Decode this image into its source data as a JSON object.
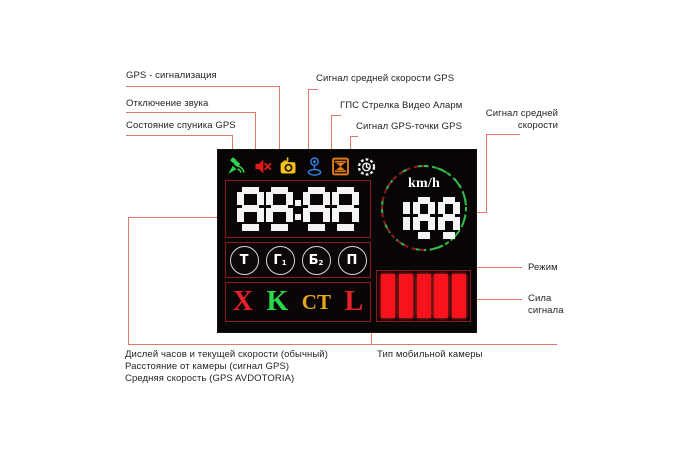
{
  "device": {
    "panel_name": "radar-detector-lcd",
    "icons": [
      {
        "name": "gps-satellite-signal-icon",
        "color": "#2fd44a"
      },
      {
        "name": "mute-speaker-icon",
        "color": "#e01b1b"
      },
      {
        "name": "speed-camera-icon",
        "color": "#f2c31a"
      },
      {
        "name": "gps-point-marker-icon",
        "color": "#2e7fe0"
      },
      {
        "name": "video-alarm-icon",
        "color": "#e07b1a"
      },
      {
        "name": "average-speed-clock-icon",
        "color": "#f2f2f2"
      }
    ],
    "clock": {
      "value": "88:88",
      "label": "clock-display"
    },
    "modes": [
      {
        "label": "Т",
        "sub": ""
      },
      {
        "label": "Г",
        "sub": "1"
      },
      {
        "label": "Б",
        "sub": "2"
      },
      {
        "label": "П",
        "sub": ""
      }
    ],
    "bands": [
      {
        "label": "X",
        "color": "#e8202a"
      },
      {
        "label": "K",
        "color": "#28d94a"
      },
      {
        "label": "CT",
        "color": "#e8a81e"
      },
      {
        "label": "L",
        "color": "#e8202a"
      }
    ],
    "speedometer": {
      "unit": "km/h",
      "value": "188",
      "arc_top_color": "#2fbf4a",
      "arc_bottom_color": "#a01820"
    },
    "signal_bars": {
      "count": 5,
      "active": 5,
      "color": "#f8121b"
    }
  },
  "annotations": {
    "left": [
      {
        "id": "gps-alarm",
        "text": "GPS - сигнализация"
      },
      {
        "id": "mute-sound",
        "text": "Отключение звука"
      },
      {
        "id": "satellite-state",
        "text": "Состояние спуника GPS"
      }
    ],
    "top_right": [
      {
        "id": "avg-speed-gps",
        "text": "Сигнал  средней   скорости GPS"
      },
      {
        "id": "gps-arrow-video-alarm",
        "text": "ГПС Стрелка Видео Аларм"
      },
      {
        "id": "gps-point-signal",
        "text": "Сигнал GPS-точки GPS"
      }
    ],
    "far_right_top": {
      "id": "avg-speed-signal",
      "line1": "Сигнал средней",
      "line2": "скорости"
    },
    "right": [
      {
        "id": "mode",
        "text": "Режим"
      },
      {
        "id": "signal-strength-l1",
        "text": "Сила"
      },
      {
        "id": "signal-strength-l2",
        "text": "сигнала"
      }
    ],
    "bottom_left": {
      "id": "clock-speed-display",
      "line1": "Дислей часов и текущей скорости (обычный)",
      "line2": "Расстояние от камеры (сигнал GPS)",
      "line3": "Средняя  скорость (GPS AVDOTORIA)"
    },
    "bottom_center": {
      "id": "mobile-camera-type",
      "text": "Тип мобильной камеры"
    }
  }
}
